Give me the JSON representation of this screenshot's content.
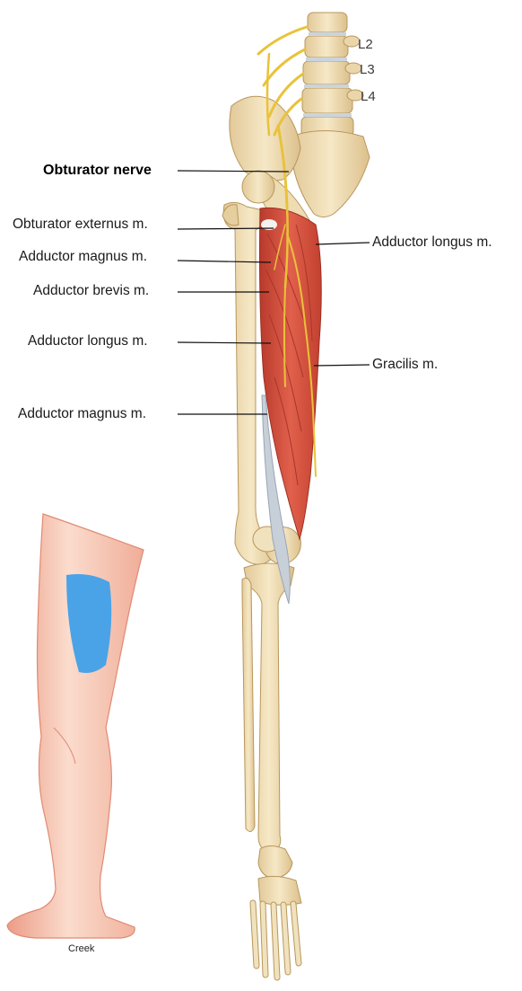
{
  "vertebrae": [
    "L2",
    "L3",
    "L4"
  ],
  "labels": {
    "obturator_nerve": "Obturator nerve",
    "obturator_externus": "Obturator externus m.",
    "adductor_magnus_upper": "Adductor magnus m.",
    "adductor_brevis": "Adductor brevis m.",
    "adductor_longus_left": "Adductor longus m.",
    "adductor_magnus_lower": "Adductor magnus m.",
    "adductor_longus_right": "Adductor longus m.",
    "gracilis": "Gracilis m."
  },
  "signature": "Creek",
  "colors": {
    "bone": "#efdcb0",
    "bone_outline": "#b8975c",
    "muscle": "#d8503f",
    "nerve": "#f2cf4a",
    "skin": "#f6c7b5",
    "sensory_area": "#4aa3e6"
  }
}
